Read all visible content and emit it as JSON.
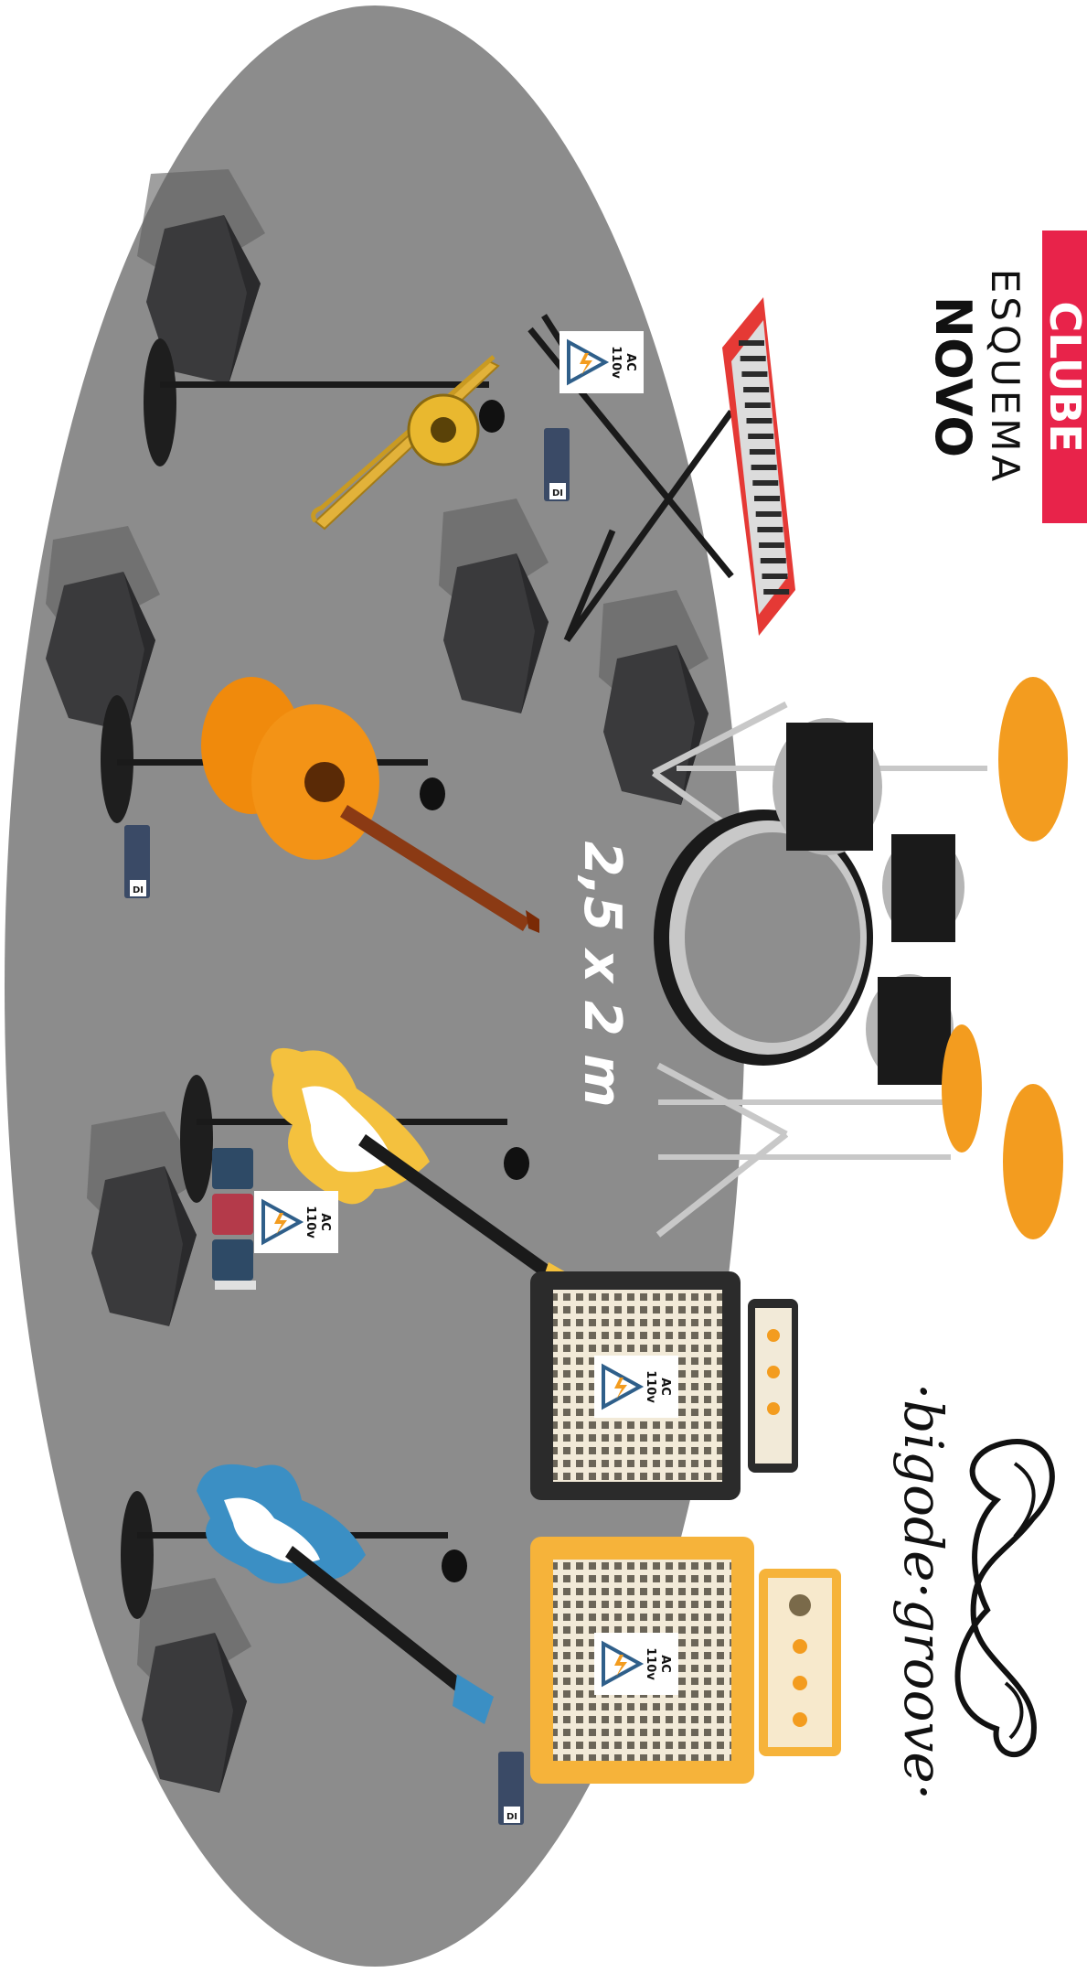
{
  "stage": {
    "dimensions_label": "2,5 x 2 m"
  },
  "power_label": {
    "line1": "AC",
    "line2": "110v"
  },
  "di_box": {
    "label": "DI"
  },
  "logo_club": {
    "line1": "CLUBE",
    "line2": "ESQUEMA",
    "line3": "NOVO"
  },
  "logo_band": {
    "name": "·bigode·groove·"
  },
  "colors": {
    "stage_floor": "#8c8c8c",
    "monitor": "#3a3a3c",
    "keyboard_red": "#e53935",
    "cymbal": "#f39c1f",
    "amp_black": "#2b2b2b",
    "amp_orange": "#f6b33a",
    "logo_red": "#e8234a"
  }
}
